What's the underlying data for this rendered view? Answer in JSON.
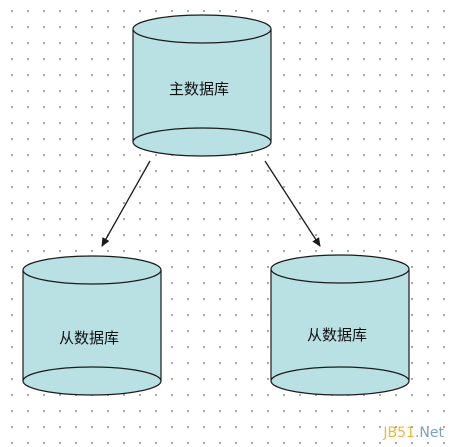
{
  "diagram": {
    "master": {
      "label": "主数据库"
    },
    "slaves": [
      {
        "label": "从数据库"
      },
      {
        "label": "从数据库"
      }
    ],
    "colors": {
      "cylinder_fill": "#b9e0e3",
      "cylinder_stroke": "#1a1a1a",
      "arrow": "#1a1a1a",
      "grid_dot": "#9a9a9a"
    }
  },
  "watermark": {
    "part_a": "JB51",
    "part_b": ".Net"
  }
}
